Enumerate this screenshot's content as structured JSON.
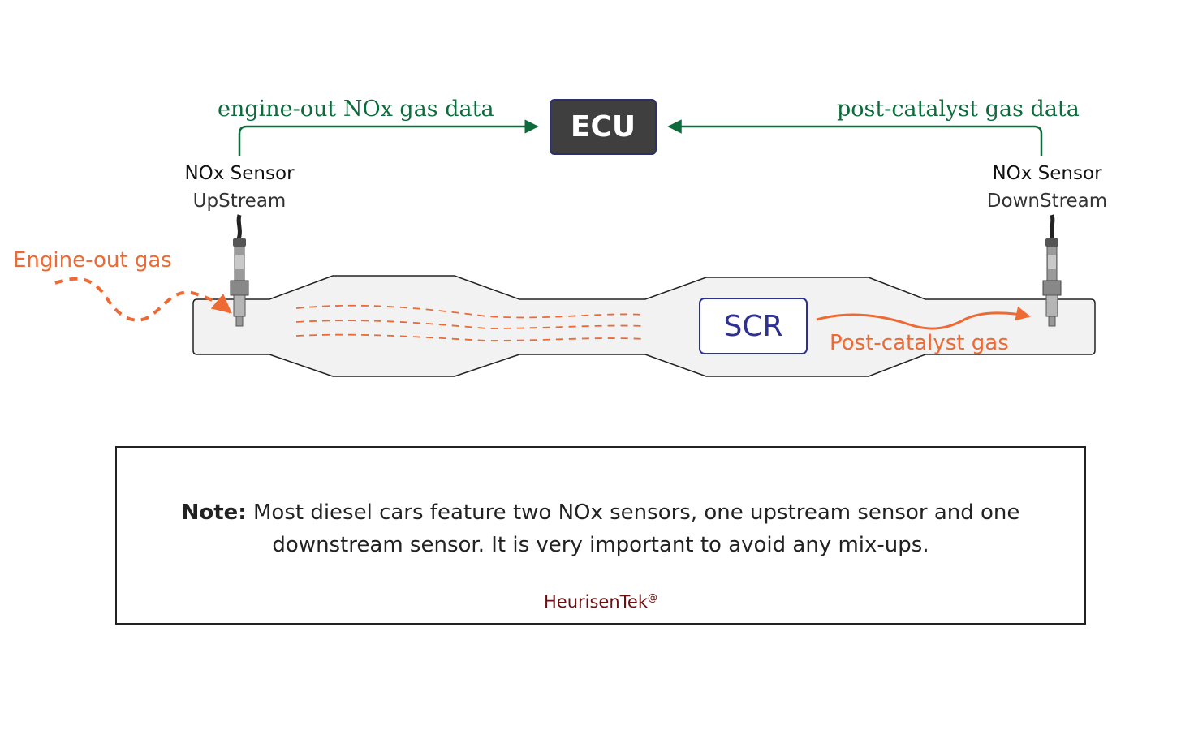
{
  "ecu": {
    "label": "ECU"
  },
  "arrows": {
    "upstream_data_label": "engine-out NOx gas data",
    "downstream_data_label": "post-catalyst gas data"
  },
  "sensors": {
    "upstream": {
      "title": "NOx Sensor",
      "subtitle": "UpStream"
    },
    "downstream": {
      "title": "NOx Sensor",
      "subtitle": "DownStream"
    }
  },
  "exhaust": {
    "inlet_label": "Engine-out gas",
    "catalyst_label": "SCR",
    "outlet_label": "Post-catalyst gas"
  },
  "note": {
    "lead": "Note:",
    "text": " Most diesel cars feature two NOx sensors, one upstream sensor and one downstream sensor.  It is very important to avoid any mix-ups.",
    "brand": "HeurisenTek",
    "brand_mark": "@"
  },
  "colors": {
    "data_arrow": "#0d6b3c",
    "gas_flow": "#ee6a35",
    "ecu_fill": "#3f3f3f",
    "scr_border": "#2e3192",
    "pipe_fill": "#f2f2f2"
  }
}
